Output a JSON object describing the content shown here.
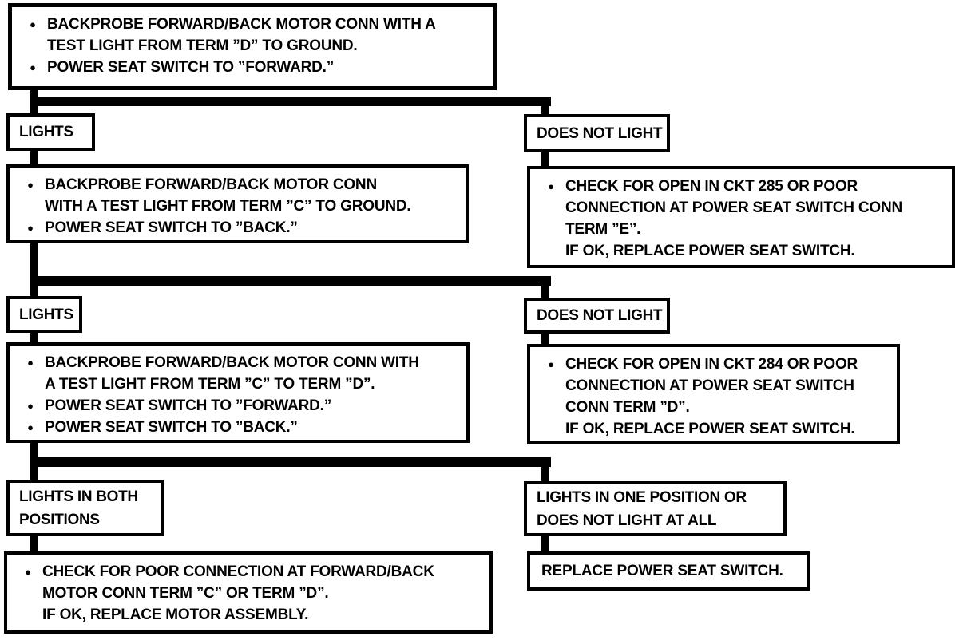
{
  "glyphs": {
    "bullet": "●"
  },
  "colors": {
    "ink": "#000000",
    "paper": "#ffffff"
  },
  "boxes": {
    "step1": {
      "items": [
        {
          "lines": [
            "BACKPROBE FORWARD/BACK MOTOR CONN WITH A",
            "TEST LIGHT FROM TERM ”D” TO GROUND."
          ]
        },
        {
          "lines": [
            "POWER SEAT SWITCH TO ”FORWARD.”"
          ]
        }
      ]
    },
    "step2": {
      "items": [
        {
          "lines": [
            "BACKPROBE FORWARD/BACK MOTOR CONN",
            "WITH A TEST LIGHT FROM TERM ”C” TO GROUND."
          ]
        },
        {
          "lines": [
            "POWER SEAT SWITCH TO ”BACK.”"
          ]
        }
      ]
    },
    "ckt285": {
      "items": [
        {
          "lines": [
            "CHECK FOR OPEN IN CKT 285 OR POOR",
            "CONNECTION AT POWER SEAT SWITCH CONN",
            "TERM ”E”.",
            "IF OK, REPLACE POWER SEAT SWITCH."
          ]
        }
      ]
    },
    "step3": {
      "items": [
        {
          "lines": [
            "BACKPROBE FORWARD/BACK MOTOR CONN WITH",
            "A TEST LIGHT FROM TERM ”C” TO TERM ”D”."
          ]
        },
        {
          "lines": [
            "POWER SEAT SWITCH TO ”FORWARD.”"
          ]
        },
        {
          "lines": [
            "POWER SEAT SWITCH TO ”BACK.”"
          ]
        }
      ]
    },
    "ckt284": {
      "items": [
        {
          "lines": [
            "CHECK FOR OPEN IN CKT 284 OR POOR",
            "CONNECTION AT POWER SEAT SWITCH",
            "CONN TERM ”D”.",
            "IF OK, REPLACE POWER SEAT SWITCH."
          ]
        }
      ]
    },
    "motor": {
      "items": [
        {
          "lines": [
            "CHECK FOR POOR CONNECTION AT FORWARD/BACK",
            "MOTOR CONN TERM ”C” OR TERM ”D”.",
            "IF OK, REPLACE MOTOR ASSEMBLY."
          ]
        }
      ]
    },
    "replace_switch": {
      "text": "REPLACE POWER SEAT SWITCH."
    }
  },
  "labels": {
    "lights_1": "LIGHTS",
    "does_not_light_1": "DOES NOT LIGHT",
    "lights_2": "LIGHTS",
    "does_not_light_2": "DOES NOT LIGHT",
    "lights_both": {
      "lines": [
        "LIGHTS IN BOTH",
        "POSITIONS"
      ]
    },
    "lights_one": {
      "lines": [
        "LIGHTS IN ONE POSITION OR",
        "DOES NOT LIGHT AT ALL"
      ]
    }
  }
}
